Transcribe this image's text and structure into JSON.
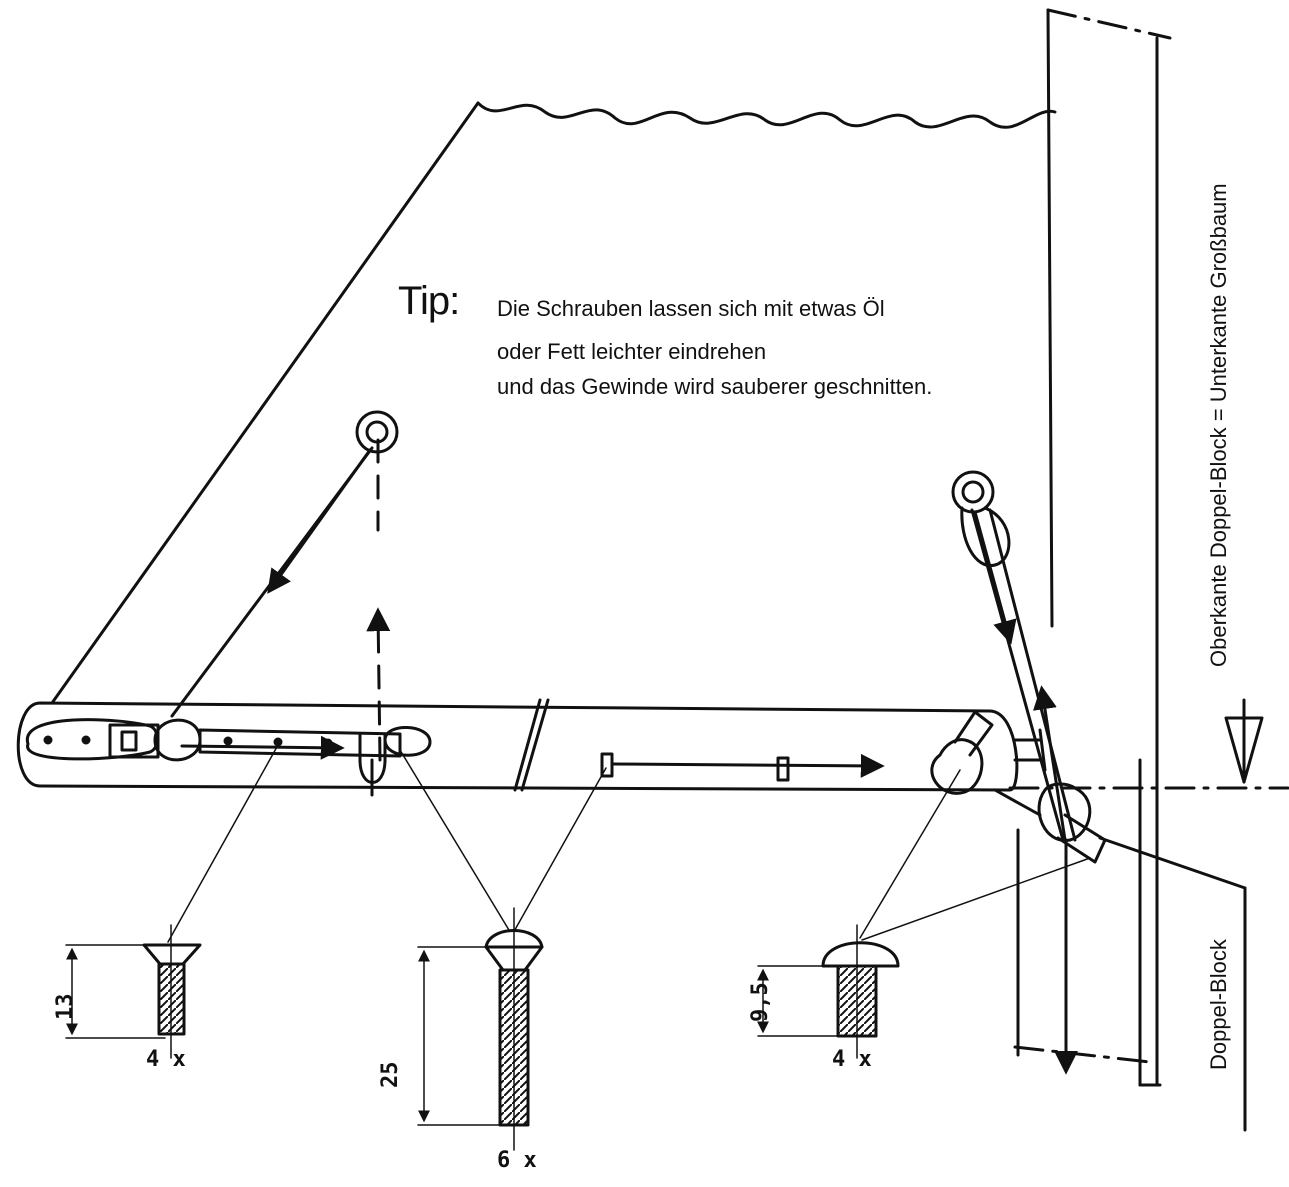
{
  "tip": {
    "label": "Tip:",
    "line1": "Die Schrauben lassen sich mit etwas Öl",
    "line2": "oder Fett leichter eindrehen",
    "line3": "und das Gewinde wird sauberer geschnitten."
  },
  "side_labels": {
    "top": "Oberkante Doppel-Block = Unterkante Großbaum",
    "bottom": "Doppel-Block"
  },
  "screws": [
    {
      "dimension": "13",
      "count": "4 x"
    },
    {
      "dimension": "25",
      "count": "6 x"
    },
    {
      "dimension": "9,5",
      "count": "4 x"
    }
  ],
  "colors": {
    "ink": "#111111",
    "paper": "#ffffff"
  }
}
